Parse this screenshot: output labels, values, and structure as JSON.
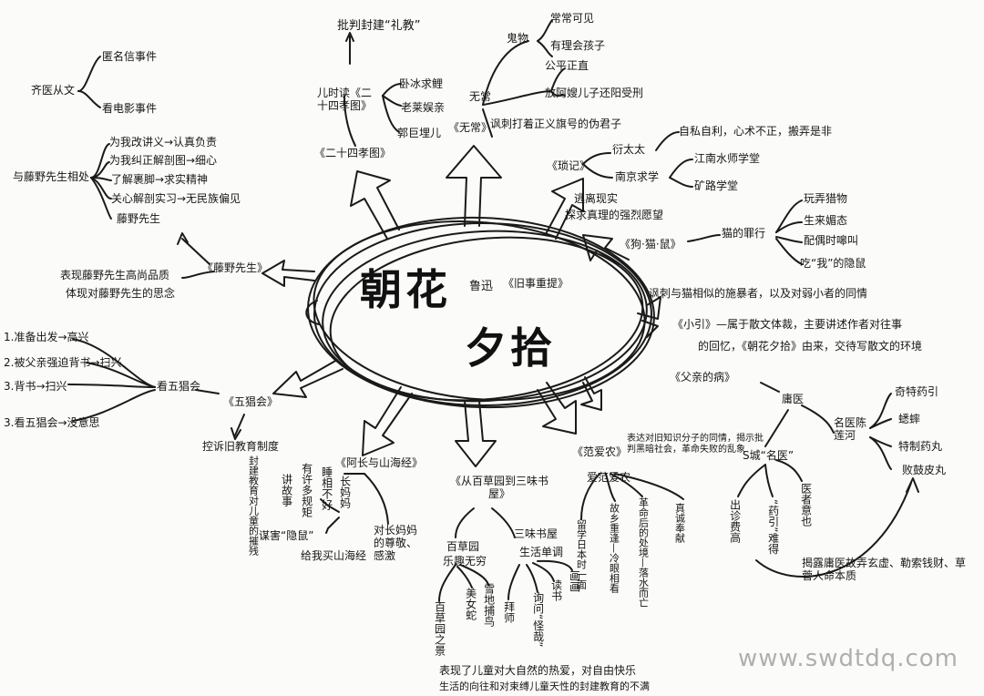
{
  "title": {
    "line1": "朝花",
    "line2": "夕拾",
    "author": "鲁迅",
    "alt_name": "《旧事重提》"
  },
  "branches": {
    "wuchang": {
      "name": "《无常》",
      "item1": "鬼物",
      "item1_sub": [
        "常常可见",
        "有理会孩子"
      ],
      "item2": "无常",
      "item2_sub": [
        "公平正直",
        "放阿嫂儿子还阳受刑"
      ],
      "note": "讽刺打着正义旗号的伪君子",
      "top": "批判封建“礼教”"
    },
    "ershisi": {
      "name": "《二十四孝图》",
      "left": "儿时读《二十四孝图》",
      "items": [
        "卧冰求鲤",
        "老莱娱亲",
        "郭巨埋儿"
      ]
    },
    "fuqin": {
      "name": "《父亲的病》",
      "doctor": "庸医",
      "mingyi": "名医陈莲河",
      "items": [
        "奇特药引",
        "蟋蟀",
        "特制药丸",
        "败鼓皮丸"
      ],
      "s": "S城“名医”",
      "v1": "出诊费高",
      "v2": "“药引”难得",
      "v3": "医者意也",
      "note": "揭露庸医故弄玄虚、勒索钱财、草菅人命本质"
    },
    "fanainong": {
      "name": "《范爱农》",
      "top": "表达对旧知识分子的同情，揭示批判黑暗社会，革命失败的乱象",
      "left": "爱范爱农",
      "v1": "留学日本时一面",
      "v2": "故乡重逢—冷眼相看",
      "v3": "革命后的处境—落水而亡",
      "v4": "真诚奉献"
    },
    "cong": {
      "name": "《从百草园到三味书屋》",
      "left": "百草园",
      "left_sub": "乐趣无穷",
      "l1": "百草园之景",
      "l2": "美女蛇",
      "l3": "雪地捕鸟",
      "right": "三味书屋",
      "right_sub": "生活单调",
      "r1": "拜师",
      "r2": "询问“怪哉”",
      "r3": "读书",
      "r4": "画画",
      "bottom1": "表现了儿童对大自然的热爱，对自由快乐",
      "bottom2": "生活的向往和对束缚儿童天性的封建教育的不满"
    },
    "achang": {
      "name": "《阿长与山海经》",
      "v1": "长妈妈",
      "v2": "有许多规矩",
      "v3": "睡相不好",
      "v4": "讲故事",
      "v5": "谋害“隐鼠”",
      "v6": "给我买山海经",
      "note": "对长妈妈的尊敬、感激"
    },
    "wuchang_hui": {
      "name": "《五猖会》",
      "left": "看五猖会",
      "items": [
        "1.准备出发→高兴",
        "2.被父亲强迫背书→扫兴",
        "3.背书→扫兴",
        "3.看五猖会→没意思"
      ],
      "note": "控诉旧教育制度",
      "sub": "封建教育对儿童的摧残"
    },
    "tengye": {
      "name": "《藤野先生》",
      "teacher": "与藤野先生相处",
      "items": [
        "为我改讲义→认真负责",
        "为我纠正解剖图→细心",
        "了解裹脚→求实精神",
        "关心解剖实习→无民族偏见"
      ],
      "who": "藤野先生",
      "note1": "表现藤野先生高尚品质",
      "note2": "体现对藤野先生的思念"
    },
    "suoji": {
      "name": "《琐记》",
      "p1": "衍太太",
      "p1_sub": "自私自利，心术不正，搬弄是非",
      "p2": "南京求学",
      "p2_a": "江南水师学堂",
      "p2_b": "矿路学堂",
      "note1": "逃离现实",
      "note2": "探求真理的强烈愿望"
    },
    "gou": {
      "name": "《狗·猫·鼠》",
      "cat": "猫的罪行",
      "items": [
        "玩弄猎物",
        "生来媚态",
        "配偶时嗥叫",
        "吃“我”的隐鼠"
      ],
      "note": "讽刺与猫相似的施暴者，以及对弱小者的同情"
    },
    "xiaoyin": {
      "name": "《小引》",
      "note1": "—属于散文体裁，主要讲述作者对往事",
      "note2": "的回忆，《朝花夕拾》由来，交待写散文的环境"
    },
    "qizhi": {
      "name": "齐医从文",
      "a": "匿名信事件",
      "b": "看电影事件"
    }
  },
  "watermark": "www.swdtdq.com"
}
